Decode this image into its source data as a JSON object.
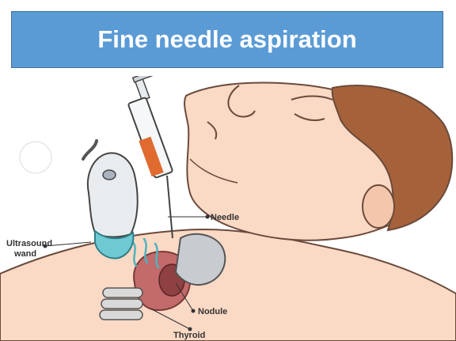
{
  "title": "Fine needle aspiration",
  "labels": {
    "needle": "Needle",
    "ultrasound_line1": "Ultrasound",
    "ultrasound_line2": "wand",
    "nodule": "Nodule",
    "thyroid": "Thyroid"
  },
  "colors": {
    "banner": "#5b9bd5",
    "banner_border": "#41719c",
    "skin": "#fad9c5",
    "hair": "#a5623a",
    "thyroid": "#c36a6a",
    "syringe_fluid": "#e06a30",
    "wand_tip": "#6fc9d3"
  }
}
